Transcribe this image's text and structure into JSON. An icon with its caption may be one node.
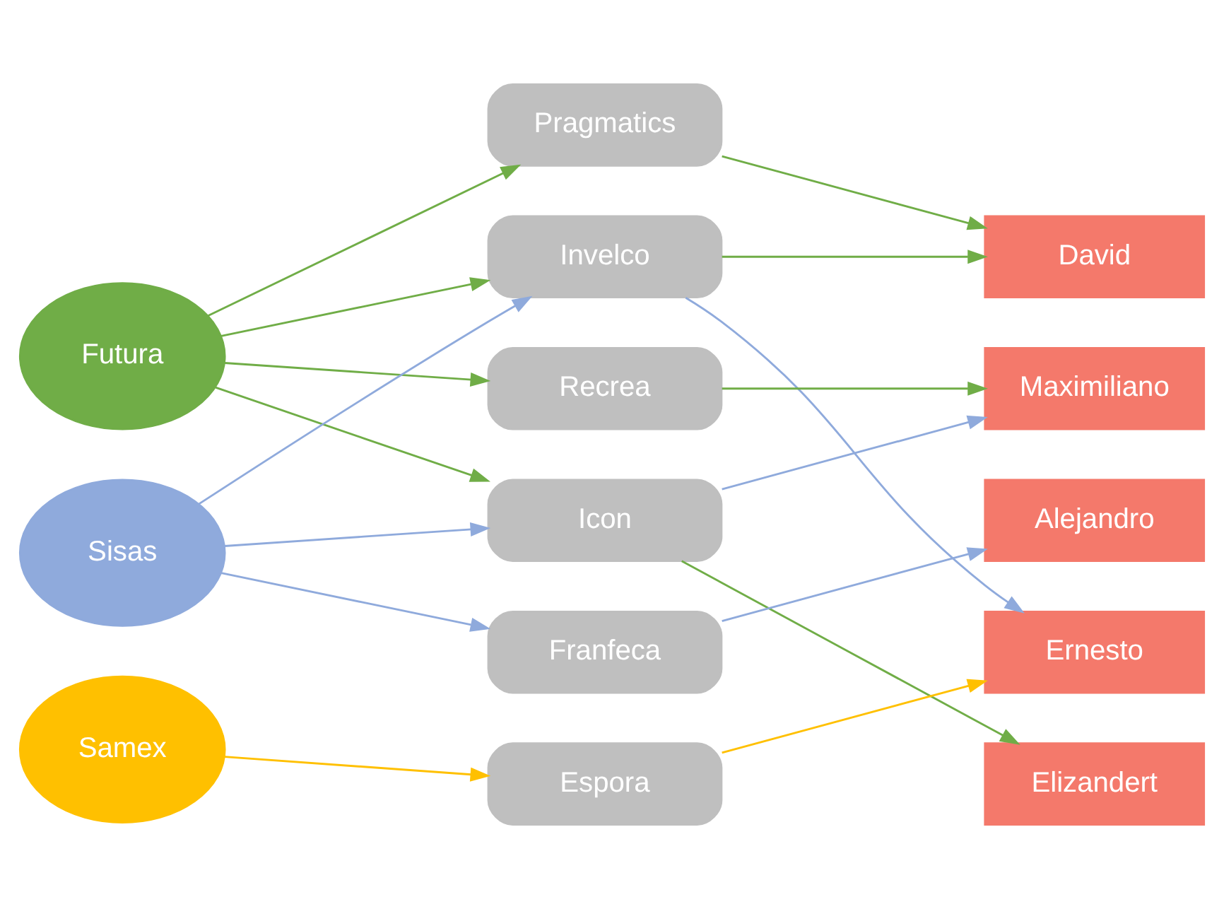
{
  "diagram": {
    "nodes": [
      {
        "text": [
          "Futura"
        ]
      },
      {
        "text": [
          "Sisas"
        ]
      },
      {
        "text": [
          "Samex"
        ]
      },
      {
        "text": [
          "Pragmatics"
        ]
      },
      {
        "text": [
          "Invelco"
        ]
      },
      {
        "text": [
          "Recrea"
        ]
      },
      {
        "text": [
          "Icon"
        ]
      },
      {
        "text": [
          "Franfeca"
        ]
      },
      {
        "text": [
          "Espora"
        ]
      },
      {
        "text": [
          "David"
        ]
      },
      {
        "text": [
          "Maximiliano"
        ]
      },
      {
        "text": [
          "Alejandro"
        ]
      },
      {
        "text": [
          "Ernesto"
        ]
      },
      {
        "text": [
          "Elizandert"
        ]
      }
    ],
    "edges": [
      {
        "from": 0,
        "to": 3,
        "arrow": "to",
        "color": "#70ad47"
      },
      {
        "from": 0,
        "to": 4,
        "arrow": "to",
        "color": "#70ad47"
      },
      {
        "from": 0,
        "to": 5,
        "arrow": "to",
        "color": "#70ad47"
      },
      {
        "from": 0,
        "to": 6,
        "arrow": "to",
        "color": "#70ad47"
      },
      {
        "from": 1,
        "to": 4,
        "arrow": "to",
        "color": "#8faadc"
      },
      {
        "from": 1,
        "to": 6,
        "arrow": "to",
        "color": "#8faadc"
      },
      {
        "from": 1,
        "to": 7,
        "arrow": "to",
        "color": "#8faadc"
      },
      {
        "from": 2,
        "to": 8,
        "arrow": "to",
        "color": "#ffc000"
      },
      {
        "from": 3,
        "to": 9,
        "arrow": "to",
        "color": "#70ad47"
      },
      {
        "from": 4,
        "to": 9,
        "arrow": "to",
        "color": "#70ad47"
      },
      {
        "from": 4,
        "to": 12,
        "arrow": "to",
        "color": "#8faadc"
      },
      {
        "from": 5,
        "to": 10,
        "arrow": "to",
        "color": "#70ad47"
      },
      {
        "from": 6,
        "to": 10,
        "arrow": "to",
        "color": "#8faadc"
      },
      {
        "from": 6,
        "to": 13,
        "arrow": "to",
        "color": "#70ad47"
      },
      {
        "from": 7,
        "to": 11,
        "arrow": "to",
        "color": "#8faadc"
      },
      {
        "from": 8,
        "to": 12,
        "arrow": "to",
        "color": "#ffc000"
      }
    ]
  }
}
